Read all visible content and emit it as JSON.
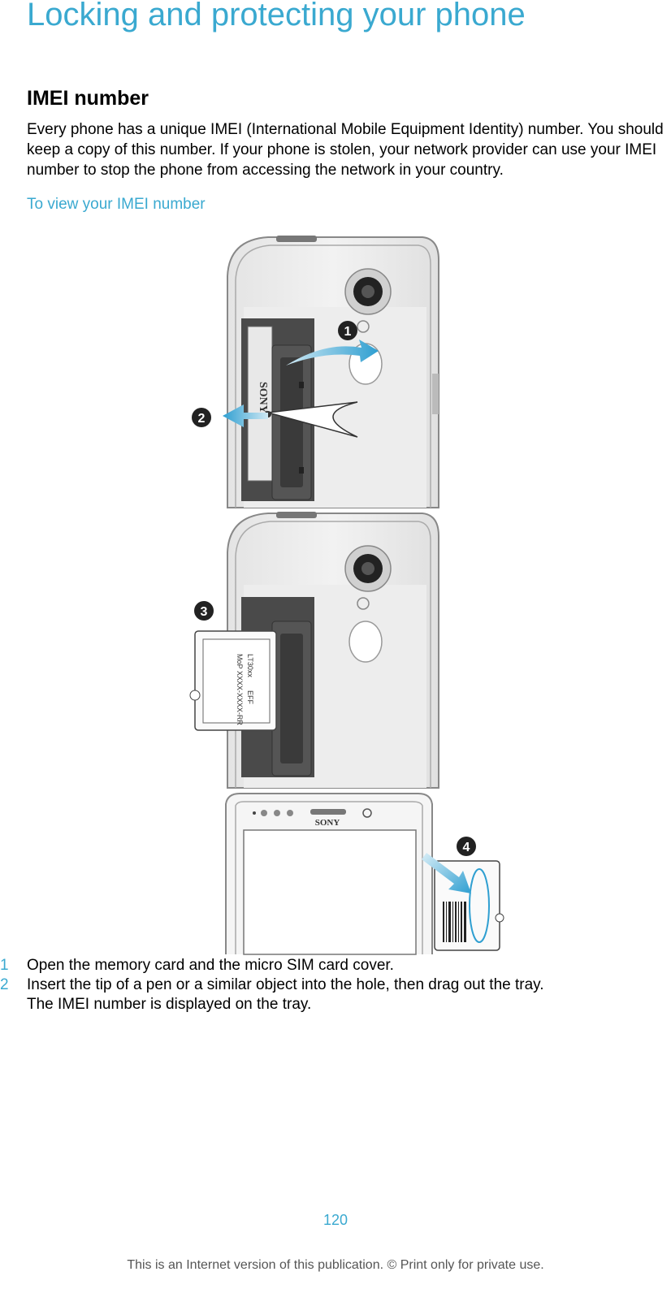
{
  "page": {
    "title": "Locking and protecting your phone",
    "section_heading": "IMEI number",
    "paragraph": "Every phone has a unique IMEI (International Mobile Equipment Identity) number. You should keep a copy of this number. If your phone is stolen, your network provider can use your IMEI number to stop the phone from accessing the network in your country.",
    "subheading": "To view your IMEI number"
  },
  "figure": {
    "callouts": [
      "1",
      "2",
      "3",
      "4"
    ],
    "brand_label": "SONY",
    "tray_model": "LT30xx",
    "tray_code": "EFF",
    "tray_serial": "MoP XXXX-XXXX-RR",
    "accent_color": "#3aa9d0"
  },
  "steps": [
    {
      "num": "1",
      "text": "Open the memory card and the micro SIM card cover."
    },
    {
      "num": "2",
      "text": "Insert the tip of a pen or a similar object into the hole, then drag out the tray."
    },
    {
      "num": "",
      "text": "The IMEI number is displayed on the tray."
    }
  ],
  "footer": {
    "page_number": "120",
    "notice": "This is an Internet version of this publication. © Print only for private use."
  }
}
